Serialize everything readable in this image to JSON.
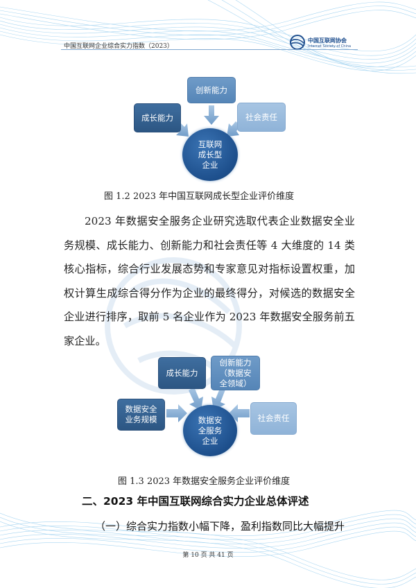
{
  "header": {
    "title": "中国互联网企业综合实力指数（2023）",
    "logo_cn": "中国互联网协会",
    "logo_en": "Internet Society of China"
  },
  "figure1": {
    "nodes": {
      "top": "创新能力",
      "left": "成长能力",
      "right": "社会责任"
    },
    "center_lines": [
      "互联网",
      "成长型",
      "企业"
    ],
    "caption": "图 1.2   2023 年中国互联网成长型企业评价维度"
  },
  "body": {
    "paragraph": "2023 年数据安全服务企业研究选取代表企业数据安全业务规模、成长能力、创新能力和社会责任等 4 大维度的 14 类核心指标，综合行业发展态势和专家意见对指标设置权重，加权计算生成综合得分作为企业的最终得分，对候选的数据安全企业进行排序，取前 5 名企业作为 2023 年数据安全服务前五家企业。"
  },
  "figure2": {
    "nodes": {
      "top_left": "成长能力",
      "top_right_lines": [
        "创新能力",
        "（数据安",
        "全领域）"
      ],
      "left_lines": [
        "数据安全",
        "业务规模"
      ],
      "right": "社会责任"
    },
    "center_lines": [
      "数据安",
      "全服务",
      "企业"
    ],
    "caption": "图 1.3   2023 年数据安全服务企业评价维度"
  },
  "section": {
    "heading": "二、2023 年中国互联网综合实力企业总体评述",
    "subheading": "（一）综合实力指数小幅下降，盈利指数同比大幅提升"
  },
  "footer": {
    "page_text": "第 10 页 共 41 页"
  },
  "colors": {
    "accent": "#1f4f8f",
    "wave": "#5fb3e6"
  }
}
